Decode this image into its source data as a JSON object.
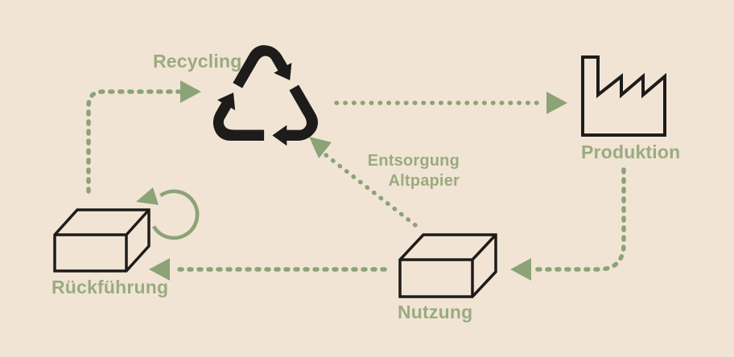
{
  "colors": {
    "background": "#f2e4d4",
    "label_green": "#99ab81",
    "arrow_green": "#8ba377",
    "icon_black": "#1d1c1a"
  },
  "icons": {
    "recycle_symbol": "♺"
  },
  "nodes": {
    "recycling": {
      "label": "Recycling",
      "icon": "recycling-symbol-icon"
    },
    "produktion": {
      "label": "Produktion",
      "icon": "factory-icon"
    },
    "nutzung": {
      "label": "Nutzung",
      "icon": "cardboard-box-icon"
    },
    "rueckfuehrung": {
      "label": "Rückführung",
      "icon": "cardboard-box-with-loop-icon"
    }
  },
  "edge_label": {
    "line1": "Entsorgung",
    "line2": "Altpapier"
  },
  "edges": [
    {
      "from": "rueckfuehrung",
      "to": "recycling",
      "style": "dotted-arrow"
    },
    {
      "from": "recycling",
      "to": "produktion",
      "style": "dotted-arrow"
    },
    {
      "from": "produktion",
      "to": "nutzung",
      "style": "dotted-arrow"
    },
    {
      "from": "nutzung",
      "to": "rueckfuehrung",
      "style": "dotted-arrow"
    },
    {
      "from": "nutzung",
      "to": "recycling",
      "style": "dotted-arrow",
      "label": "Entsorgung Altpapier"
    }
  ]
}
